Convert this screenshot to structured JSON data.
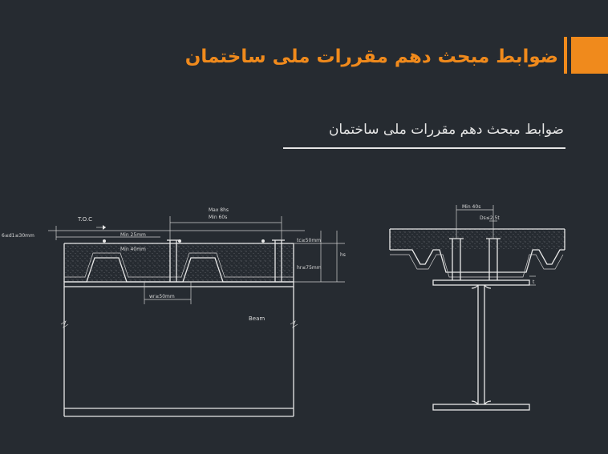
{
  "slide": {
    "title": "ضوابط مبحث دهم مقررات ملی ساختمان",
    "subtitle": "ضوابط مبحث دهم مقررات ملی ساختمان"
  },
  "colors": {
    "accent": "#f08a1c",
    "background": "#262b31",
    "lines": "#e8e8e8"
  },
  "left_drawing": {
    "toc": "T.O.C",
    "cover_rib": "6≤d1≤30mm",
    "max_spacing": "Max 8hs",
    "min_spacing": "Min 60s",
    "min_cover": "Min 25mm",
    "min_stud": "Min 40mm",
    "tc": "tc≥50mm",
    "hr": "hr≤75mm",
    "hs": "hs",
    "wr": "wr≥50mm",
    "beam": "Beam"
  },
  "right_drawing": {
    "min_edge": "Min 40s",
    "stud_dia": "Ds≤2.5t",
    "tf": "t"
  }
}
